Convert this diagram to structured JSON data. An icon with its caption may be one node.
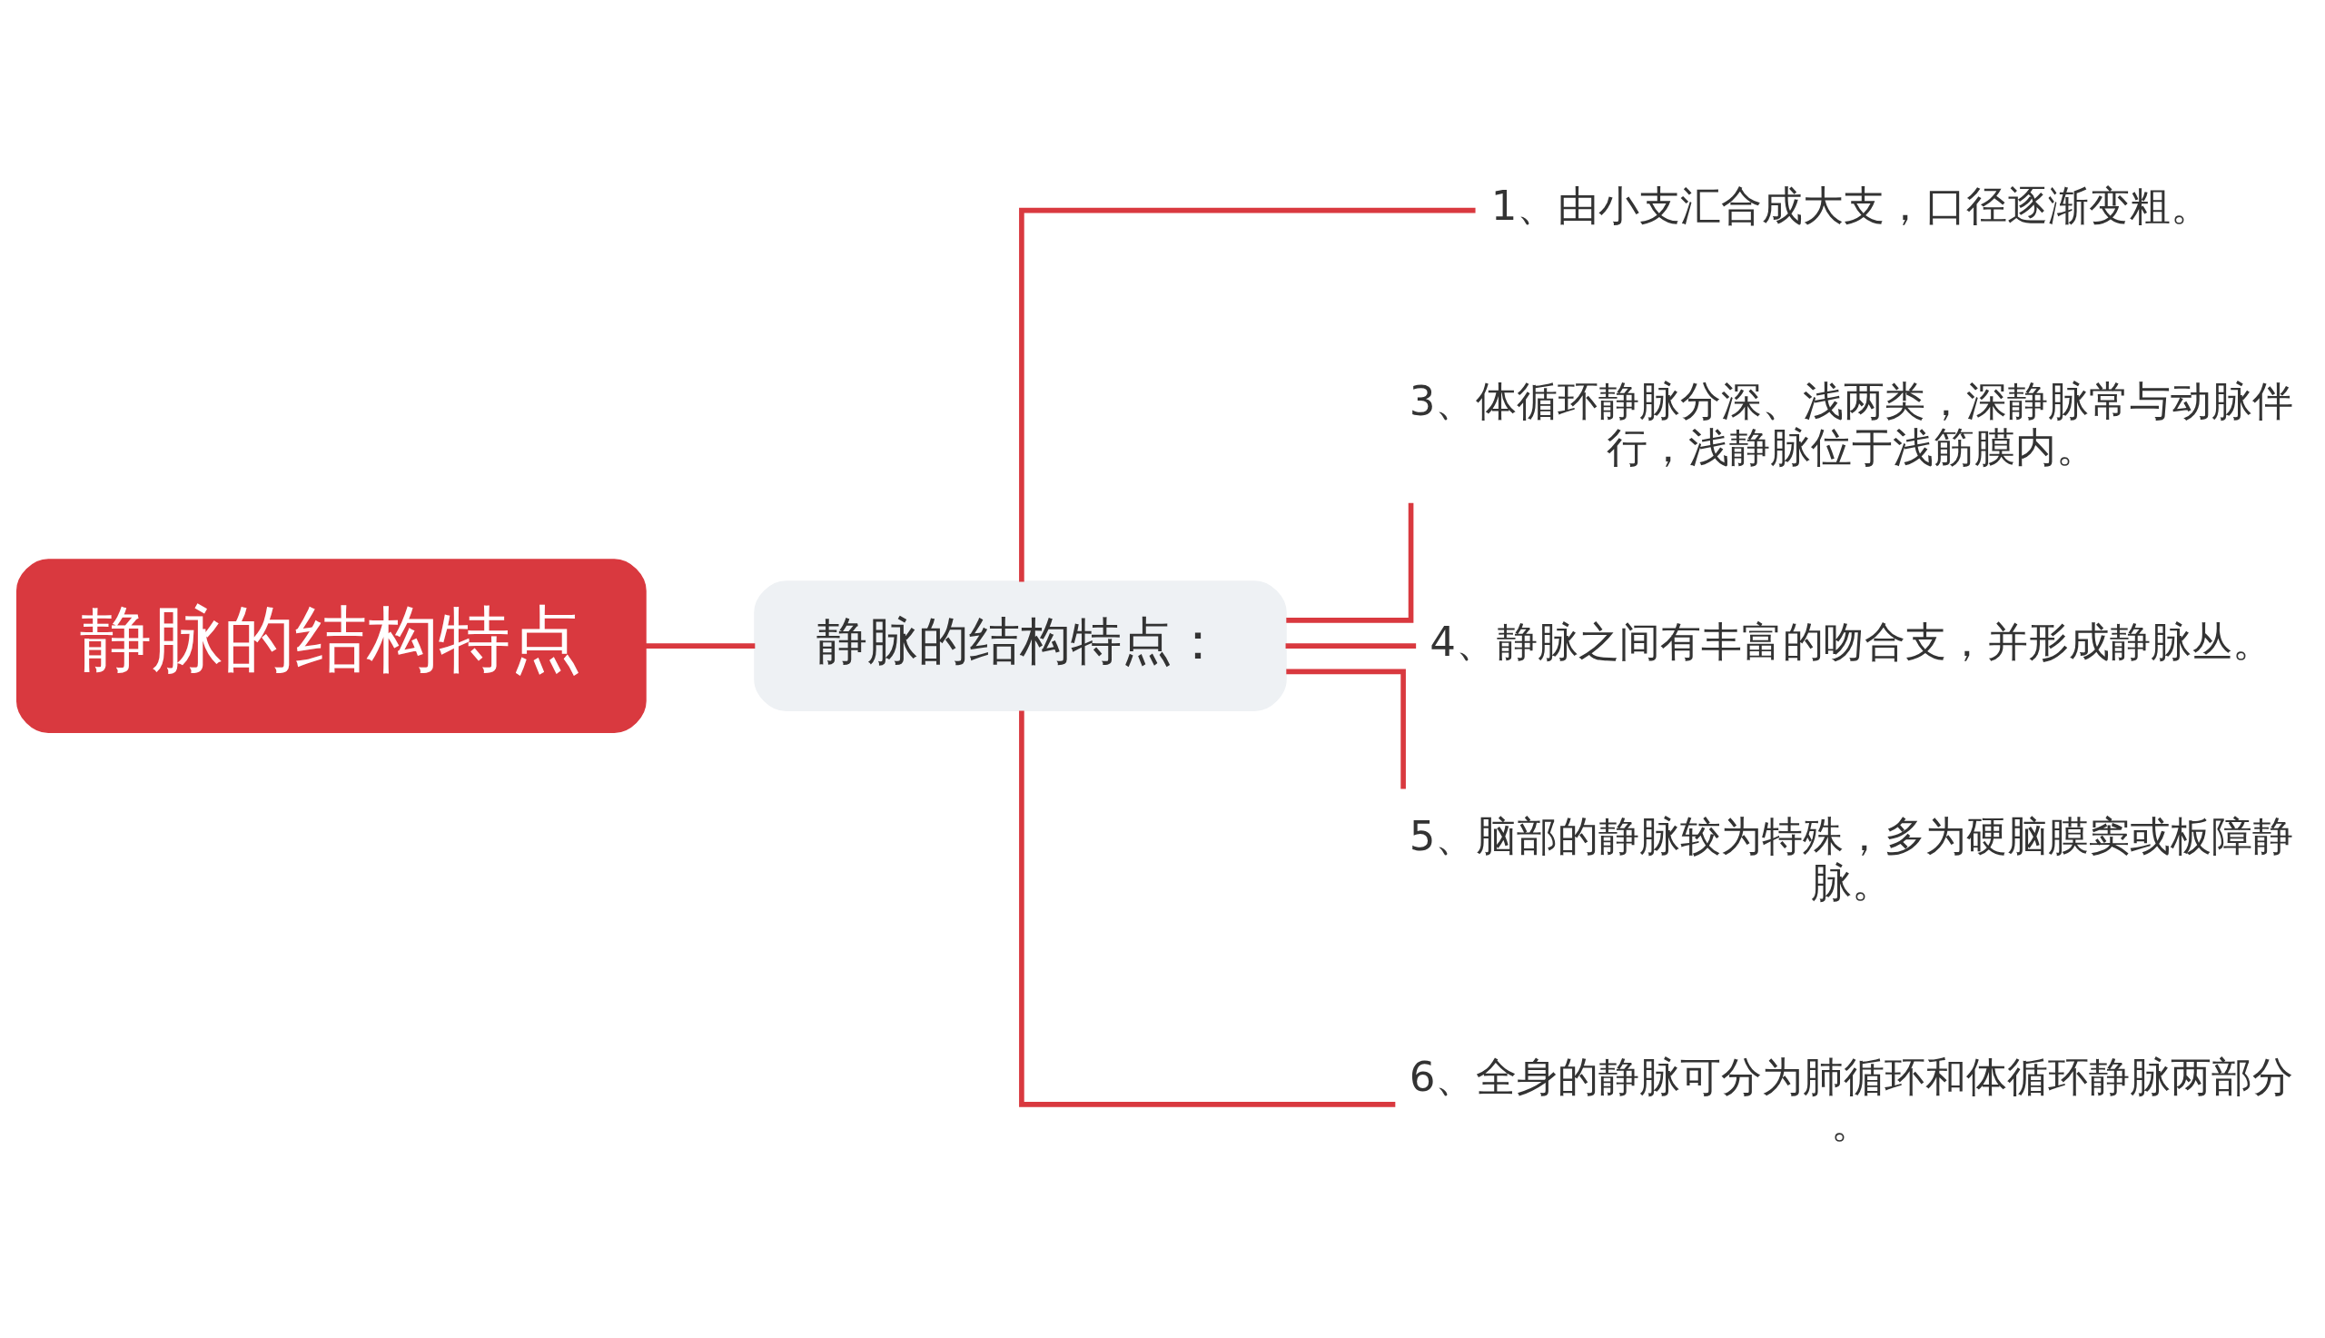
{
  "diagram": {
    "nodes": [
      {
        "text": [
          "静脉的结构特点"
        ]
      },
      {
        "text": [
          "静脉的结构特点："
        ]
      },
      {
        "text": [
          "1、由小支汇合成大支，口径逐渐变粗。"
        ]
      },
      {
        "text": [
          "3、体循环静脉分深、浅两类，深静脉常与动脉伴行，浅静脉位于浅筋膜内。"
        ]
      },
      {
        "text": [
          "4、静脉之间有丰富的吻合支，并形成静脉丛。"
        ]
      },
      {
        "text": [
          "5、脑部的静脉较为特殊，多为硬脑膜窦或板障静脉。"
        ]
      },
      {
        "text": [
          "6、全身的静脉可分为肺循环和体循环静脉两部分。"
        ]
      }
    ],
    "edges": [
      {
        "from": 0,
        "to": 1,
        "arrow": "none"
      },
      {
        "from": 1,
        "to": 2,
        "arrow": "none"
      },
      {
        "from": 1,
        "to": 3,
        "arrow": "none"
      },
      {
        "from": 1,
        "to": 4,
        "arrow": "none"
      },
      {
        "from": 1,
        "to": 5,
        "arrow": "none"
      },
      {
        "from": 1,
        "to": 6,
        "arrow": "none"
      }
    ]
  }
}
